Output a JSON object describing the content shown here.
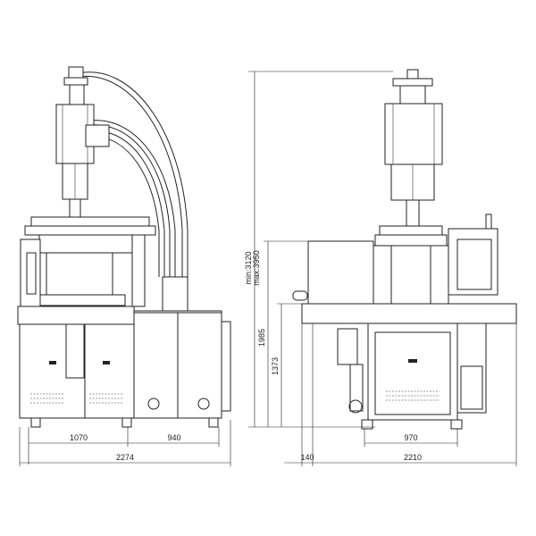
{
  "dimensions": {
    "front_width_left": "1070",
    "front_width_right": "940",
    "front_width_total": "2274",
    "side_offset": "140",
    "side_base_width": "970",
    "side_width_total": "2210",
    "height_table": "1373",
    "height_top_table": "1985",
    "height_range": "min:3120\nmax:3950",
    "height_range_min": "min:3120",
    "height_range_max": "max:3950"
  }
}
